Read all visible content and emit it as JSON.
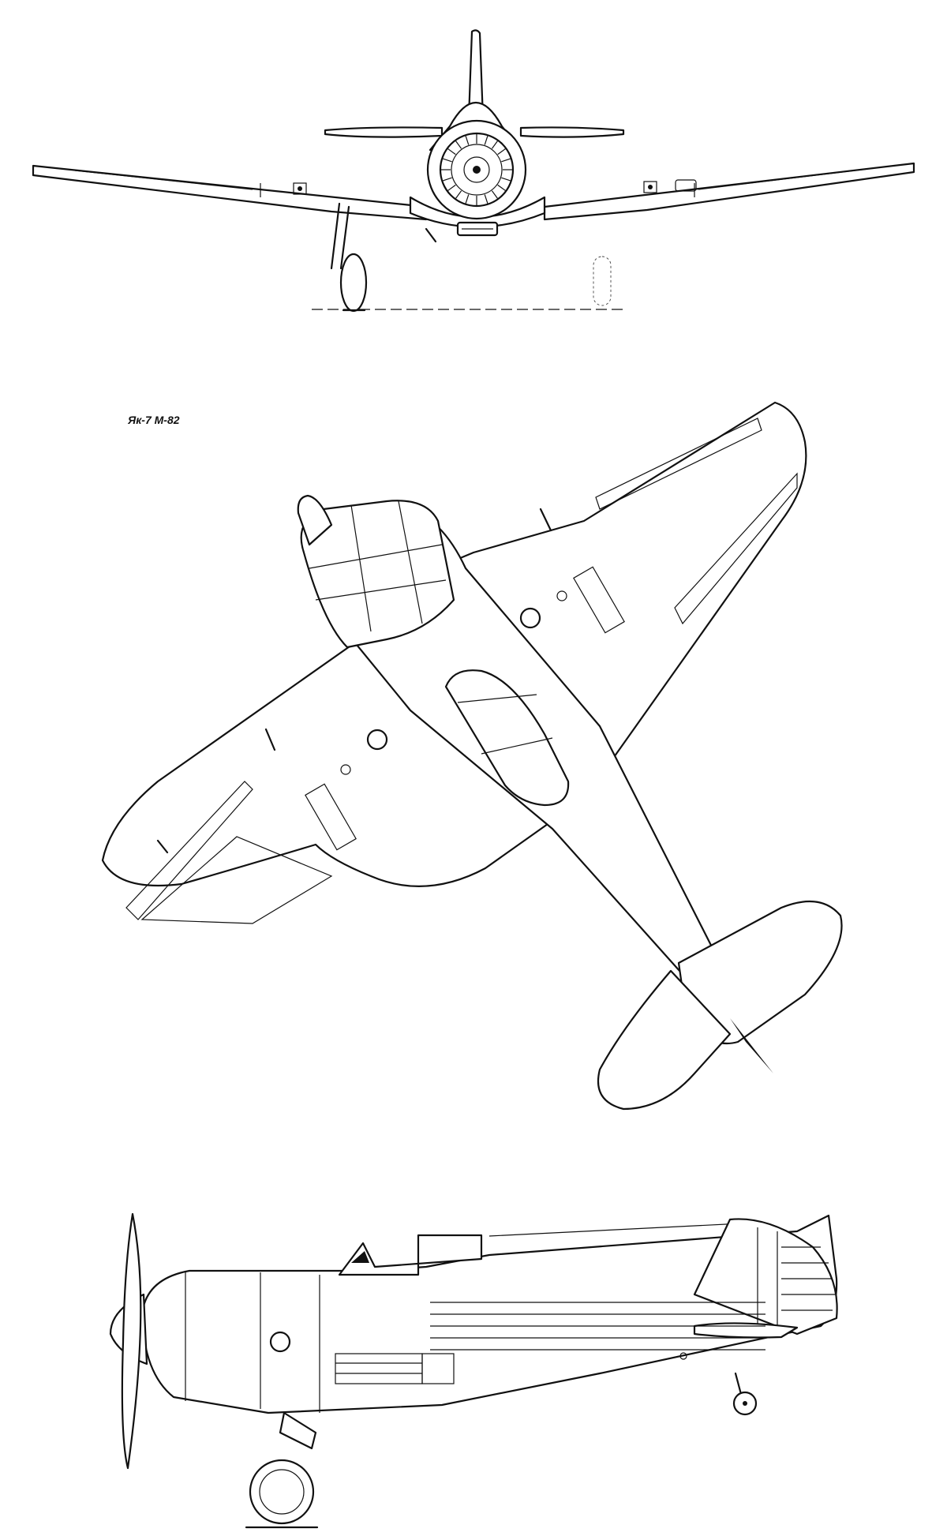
{
  "drawing": {
    "caption": "Як-7 М-82"
  },
  "views": [
    "front-view",
    "top-view",
    "side-view"
  ],
  "colors": {
    "ink": "#111111",
    "paper": "#ffffff"
  }
}
